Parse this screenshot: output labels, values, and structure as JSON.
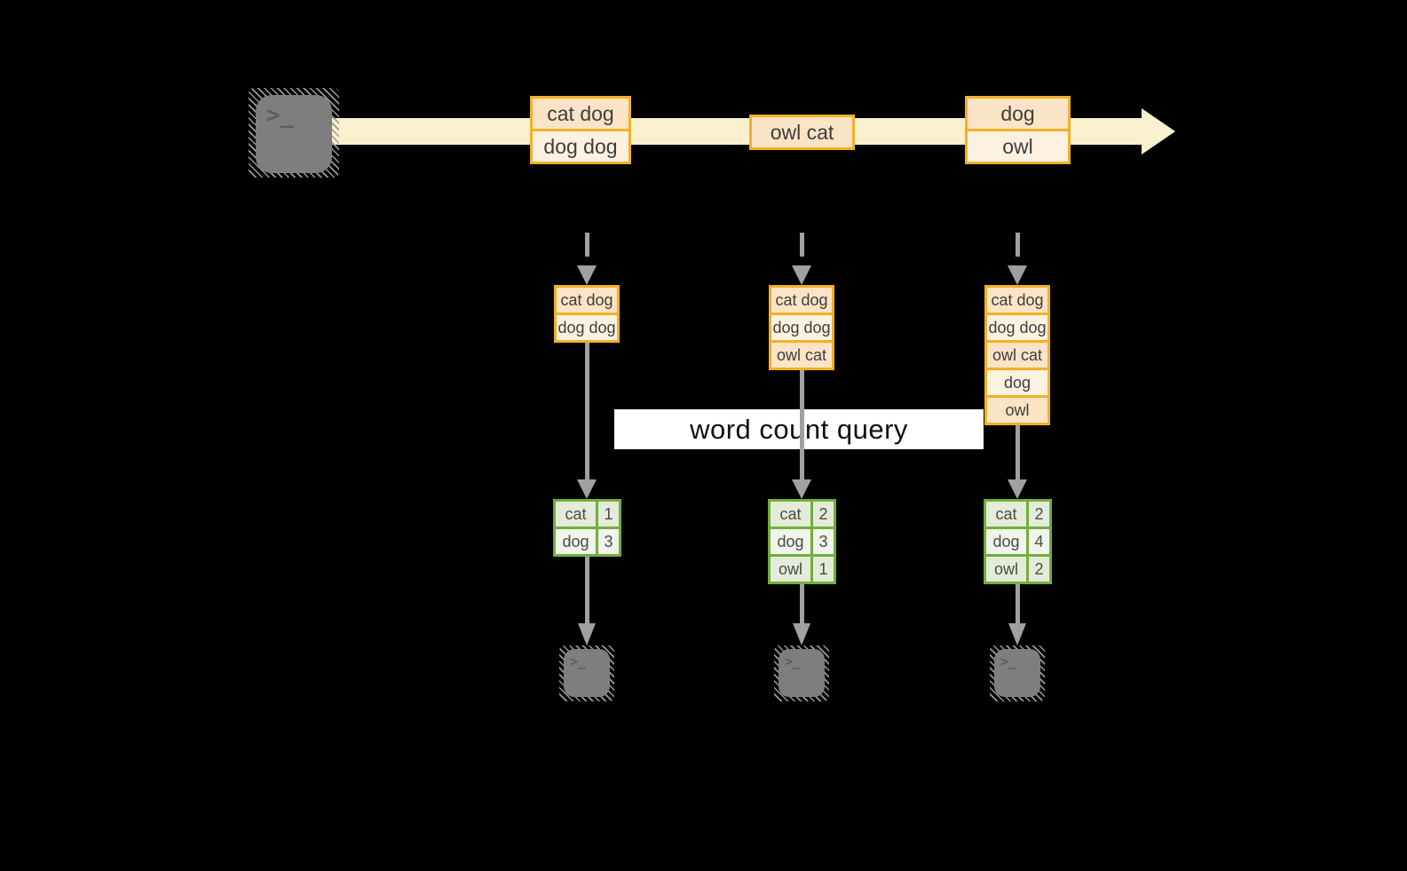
{
  "query_label": "word count query",
  "stream": {
    "source_terminal": {
      "glyph": ">_"
    },
    "batches": [
      {
        "items": [
          "cat dog",
          "dog dog"
        ]
      },
      {
        "items": [
          "owl cat"
        ]
      },
      {
        "items": [
          "dog",
          "owl"
        ]
      }
    ]
  },
  "columns": [
    {
      "state_items": [
        "cat dog",
        "dog dog"
      ],
      "counts": [
        [
          "cat",
          "1"
        ],
        [
          "dog",
          "3"
        ]
      ],
      "terminal_glyph": ">_"
    },
    {
      "state_items": [
        "cat dog",
        "dog dog",
        "owl cat"
      ],
      "counts": [
        [
          "cat",
          "2"
        ],
        [
          "dog",
          "3"
        ],
        [
          "owl",
          "1"
        ]
      ],
      "terminal_glyph": ">_"
    },
    {
      "state_items": [
        "cat dog",
        "dog dog",
        "owl cat",
        "dog",
        "owl"
      ],
      "counts": [
        [
          "cat",
          "2"
        ],
        [
          "dog",
          "4"
        ],
        [
          "owl",
          "2"
        ]
      ],
      "terminal_glyph": ">_"
    }
  ],
  "colors": {
    "background": "#000000",
    "stream_band": "#fbf0cd",
    "box_border": "#f2b024",
    "box_fill_dark": "#fbe3c6",
    "box_fill_light": "#fdf2e2",
    "table_border": "#72ae3e",
    "table_fill_dark": "#e4ecd9",
    "table_fill_light": "#f0f4ea",
    "arrow_gray": "#a0a0a0",
    "terminal_gray": "#7e7e7e",
    "query_band": "#ffffff"
  }
}
